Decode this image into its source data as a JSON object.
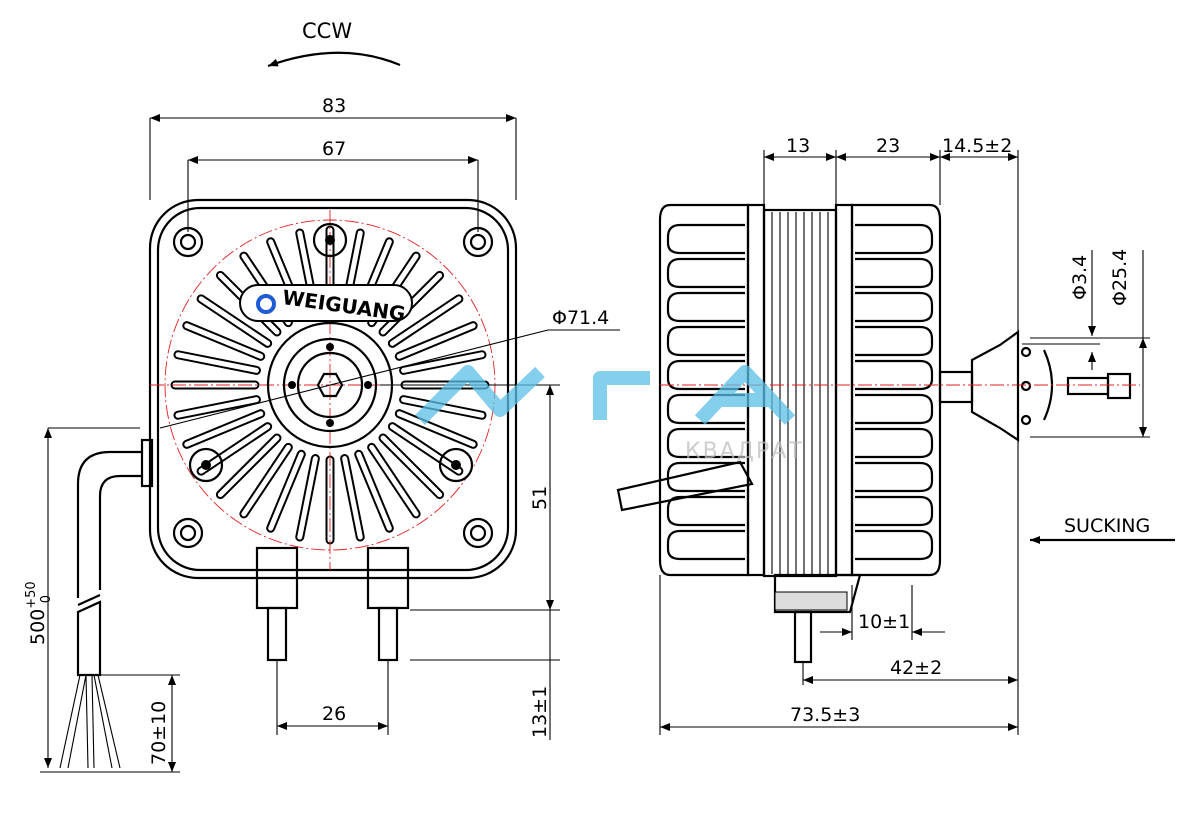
{
  "rotation": {
    "label": "CCW"
  },
  "front_view": {
    "brand": "WEIGUANG",
    "dimensions": {
      "overall_width": "83",
      "mount_spacing": "67",
      "ring_diameter": "Φ71.4",
      "shaft_height": "51",
      "terminal_length": "13±1",
      "terminal_spacing": "26",
      "cable_length": "500",
      "cable_tol_upper": "+50",
      "cable_tol_lower": "0",
      "lead_length": "70±10"
    }
  },
  "side_view": {
    "dimensions": {
      "front_section": "13",
      "stator": "23",
      "shaft_ext": "14.5±2",
      "shaft_dia": "Φ3.4",
      "hub_dia": "Φ25.4",
      "bracket_offset": "10±1",
      "bracket_length": "42±2",
      "overall_depth": "73.5±3"
    },
    "airflow_label": "SUCKING"
  },
  "watermark": {
    "text": "КВАДРАТ",
    "color": "#5bc0e6"
  }
}
